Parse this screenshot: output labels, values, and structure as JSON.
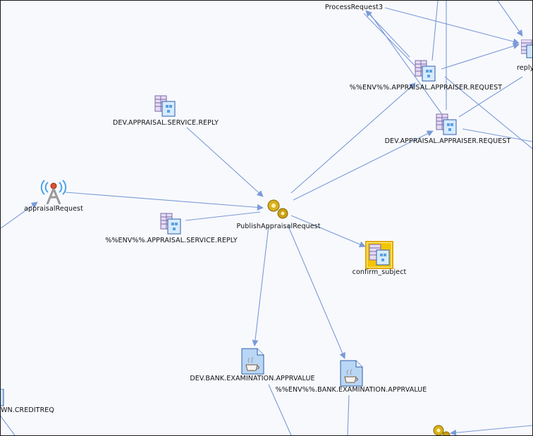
{
  "nodes": {
    "process_request3": {
      "label": "ProcessRequest3"
    },
    "reply_partial": {
      "label": "reply"
    },
    "env_appraiser_request": {
      "label": "%%ENV%%.APPRAISAL.APPRAISER.REQUEST"
    },
    "dev_service_reply": {
      "label": "DEV.APPRAISAL.SERVICE.REPLY"
    },
    "dev_appraiser_request": {
      "label": "DEV.APPRAISAL.APPRAISER.REQUEST"
    },
    "appraisal_request": {
      "label": "appraisalRequest"
    },
    "publish_appraisal_request": {
      "label": "PublishAppraisalRequest"
    },
    "env_service_reply": {
      "label": "%%ENV%%.APPRAISAL.SERVICE.REPLY"
    },
    "confirm_subject": {
      "label": "confirm_subject"
    },
    "dev_bank_exam": {
      "label": "DEV.BANK.EXAMINATION.APPRVALUE"
    },
    "env_bank_exam": {
      "label": "%%ENV%%.BANK.EXAMINATION.APPRVALUE"
    },
    "creditreq_partial": {
      "label": "WN.CREDITREQ"
    }
  },
  "icons": {
    "queue": "message-queue-icon",
    "broadcast": "broadcast-tower-icon",
    "process": "process-gears-icon",
    "java": "java-coffee-document-icon"
  },
  "colors": {
    "edge": "#7a9ad8",
    "background": "#f8f9fd",
    "selection": "#f4c400"
  }
}
